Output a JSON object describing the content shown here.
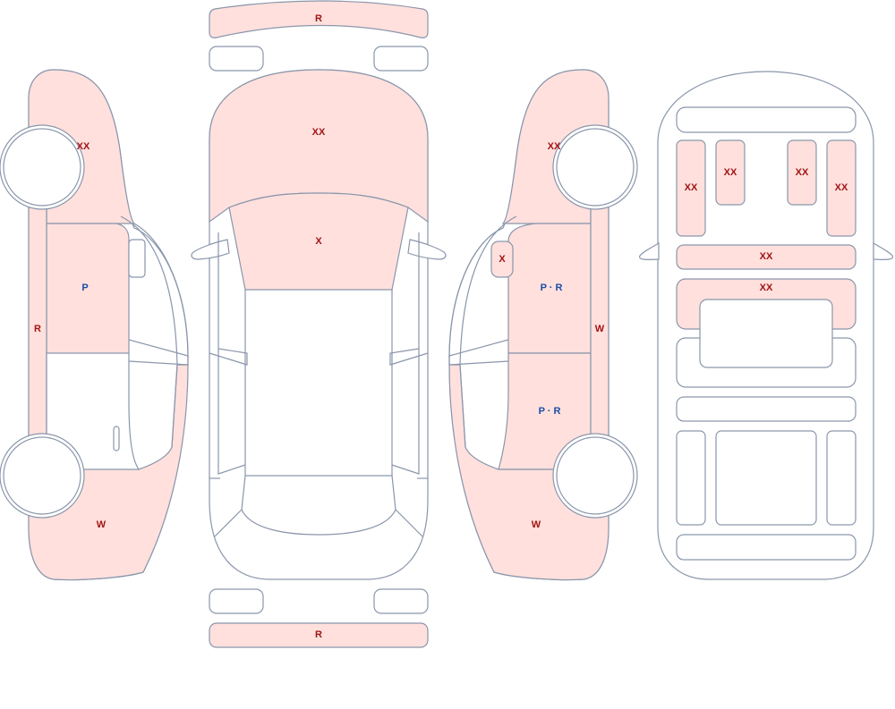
{
  "colors": {
    "damage_fill": "#ffe0dd",
    "outline": "#8a96ab",
    "code_red": "#a11414",
    "code_blue": "#1a4ea8"
  },
  "labels": {
    "front_bumper": "R",
    "rear_bumper": "R",
    "hood": "XX",
    "windshield": "X",
    "left_front_fender": "XX",
    "left_front_door": "P",
    "left_rocker": "R",
    "left_rear_quarter": "W",
    "right_front_fender": "XX",
    "right_mirror": "X",
    "right_front_door": "P · R",
    "right_rear_door": "P · R",
    "right_rocker": "W",
    "right_rear_quarter": "W",
    "interior_seat_front_left": "XX",
    "interior_seat_front_left_center": "XX",
    "interior_seat_front_right_center": "XX",
    "interior_seat_front_right": "XX",
    "interior_dashboard": "XX",
    "interior_console": "XX"
  }
}
